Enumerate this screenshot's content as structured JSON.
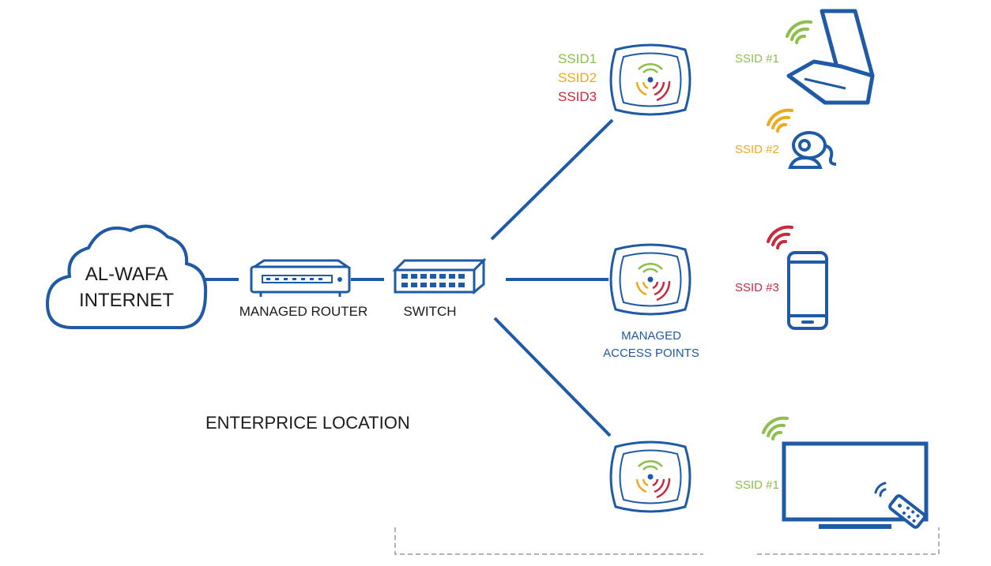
{
  "colors": {
    "primary_blue": "#1f5aa6",
    "ssid1_green": "#8cc04a",
    "ssid2_orange": "#f0a81c",
    "ssid3_red": "#c9293d"
  },
  "cloud": {
    "line1": "AL-WAFA",
    "line2": "INTERNET",
    "icon": "cloud-icon"
  },
  "router": {
    "label": "MANAGED ROUTER",
    "icon": "router-icon"
  },
  "switch": {
    "label": "SWITCH",
    "icon": "switch-icon"
  },
  "access_points": {
    "label_line1": "MANAGED",
    "label_line2": "ACCESS POINTS",
    "icon": "access-point-icon"
  },
  "ssid_list": [
    "SSID1",
    "SSID2",
    "SSID3"
  ],
  "devices": {
    "laptop": {
      "ssid": "SSID #1",
      "icon": "laptop-icon"
    },
    "webcam": {
      "ssid": "SSID #2",
      "icon": "webcam-icon"
    },
    "phone": {
      "ssid": "SSID #3",
      "icon": "smartphone-icon"
    },
    "tv": {
      "ssid": "SSID #1",
      "icon": "tv-icon",
      "remote_icon": "remote-control-icon"
    }
  },
  "location_label": "ENTERPRICE LOCATION"
}
